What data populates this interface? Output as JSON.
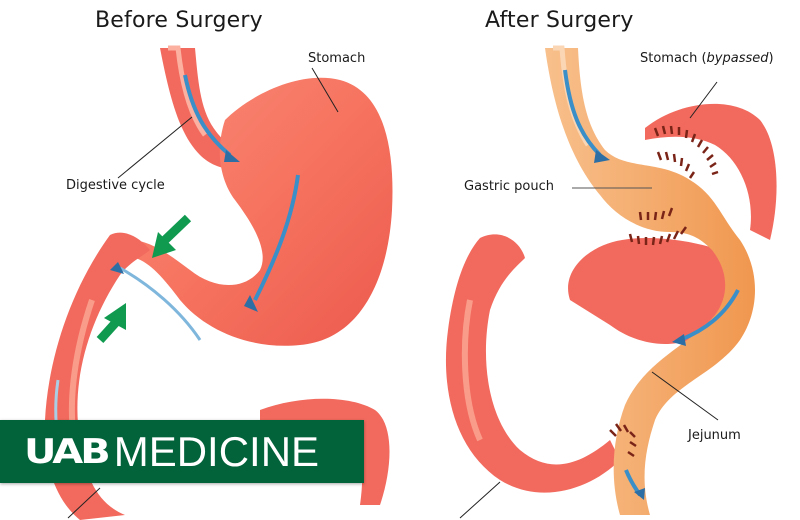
{
  "panels": {
    "before": {
      "title": "Before Surgery",
      "labels": {
        "stomach": "Stomach",
        "digestive_cycle": "Digestive cycle"
      }
    },
    "after": {
      "title": "After Surgery",
      "labels": {
        "stomach_bypassed_prefix": "Stomach (",
        "stomach_bypassed_italic": "bypassed",
        "stomach_bypassed_suffix": ")",
        "gastric_pouch": "Gastric pouch",
        "jejunum": "Jejunum"
      }
    }
  },
  "banner": {
    "logo_mark": "UAB",
    "logo_text": "MEDICINE",
    "background": "#02623a"
  },
  "colors": {
    "stomach": "#f2665c",
    "stomach_light": "#f9917f",
    "pouch": "#f5a46a",
    "flow_arrow": "#3a8fc8",
    "pointer_arrow": "#0f9a50",
    "staples": "#7a2418"
  }
}
